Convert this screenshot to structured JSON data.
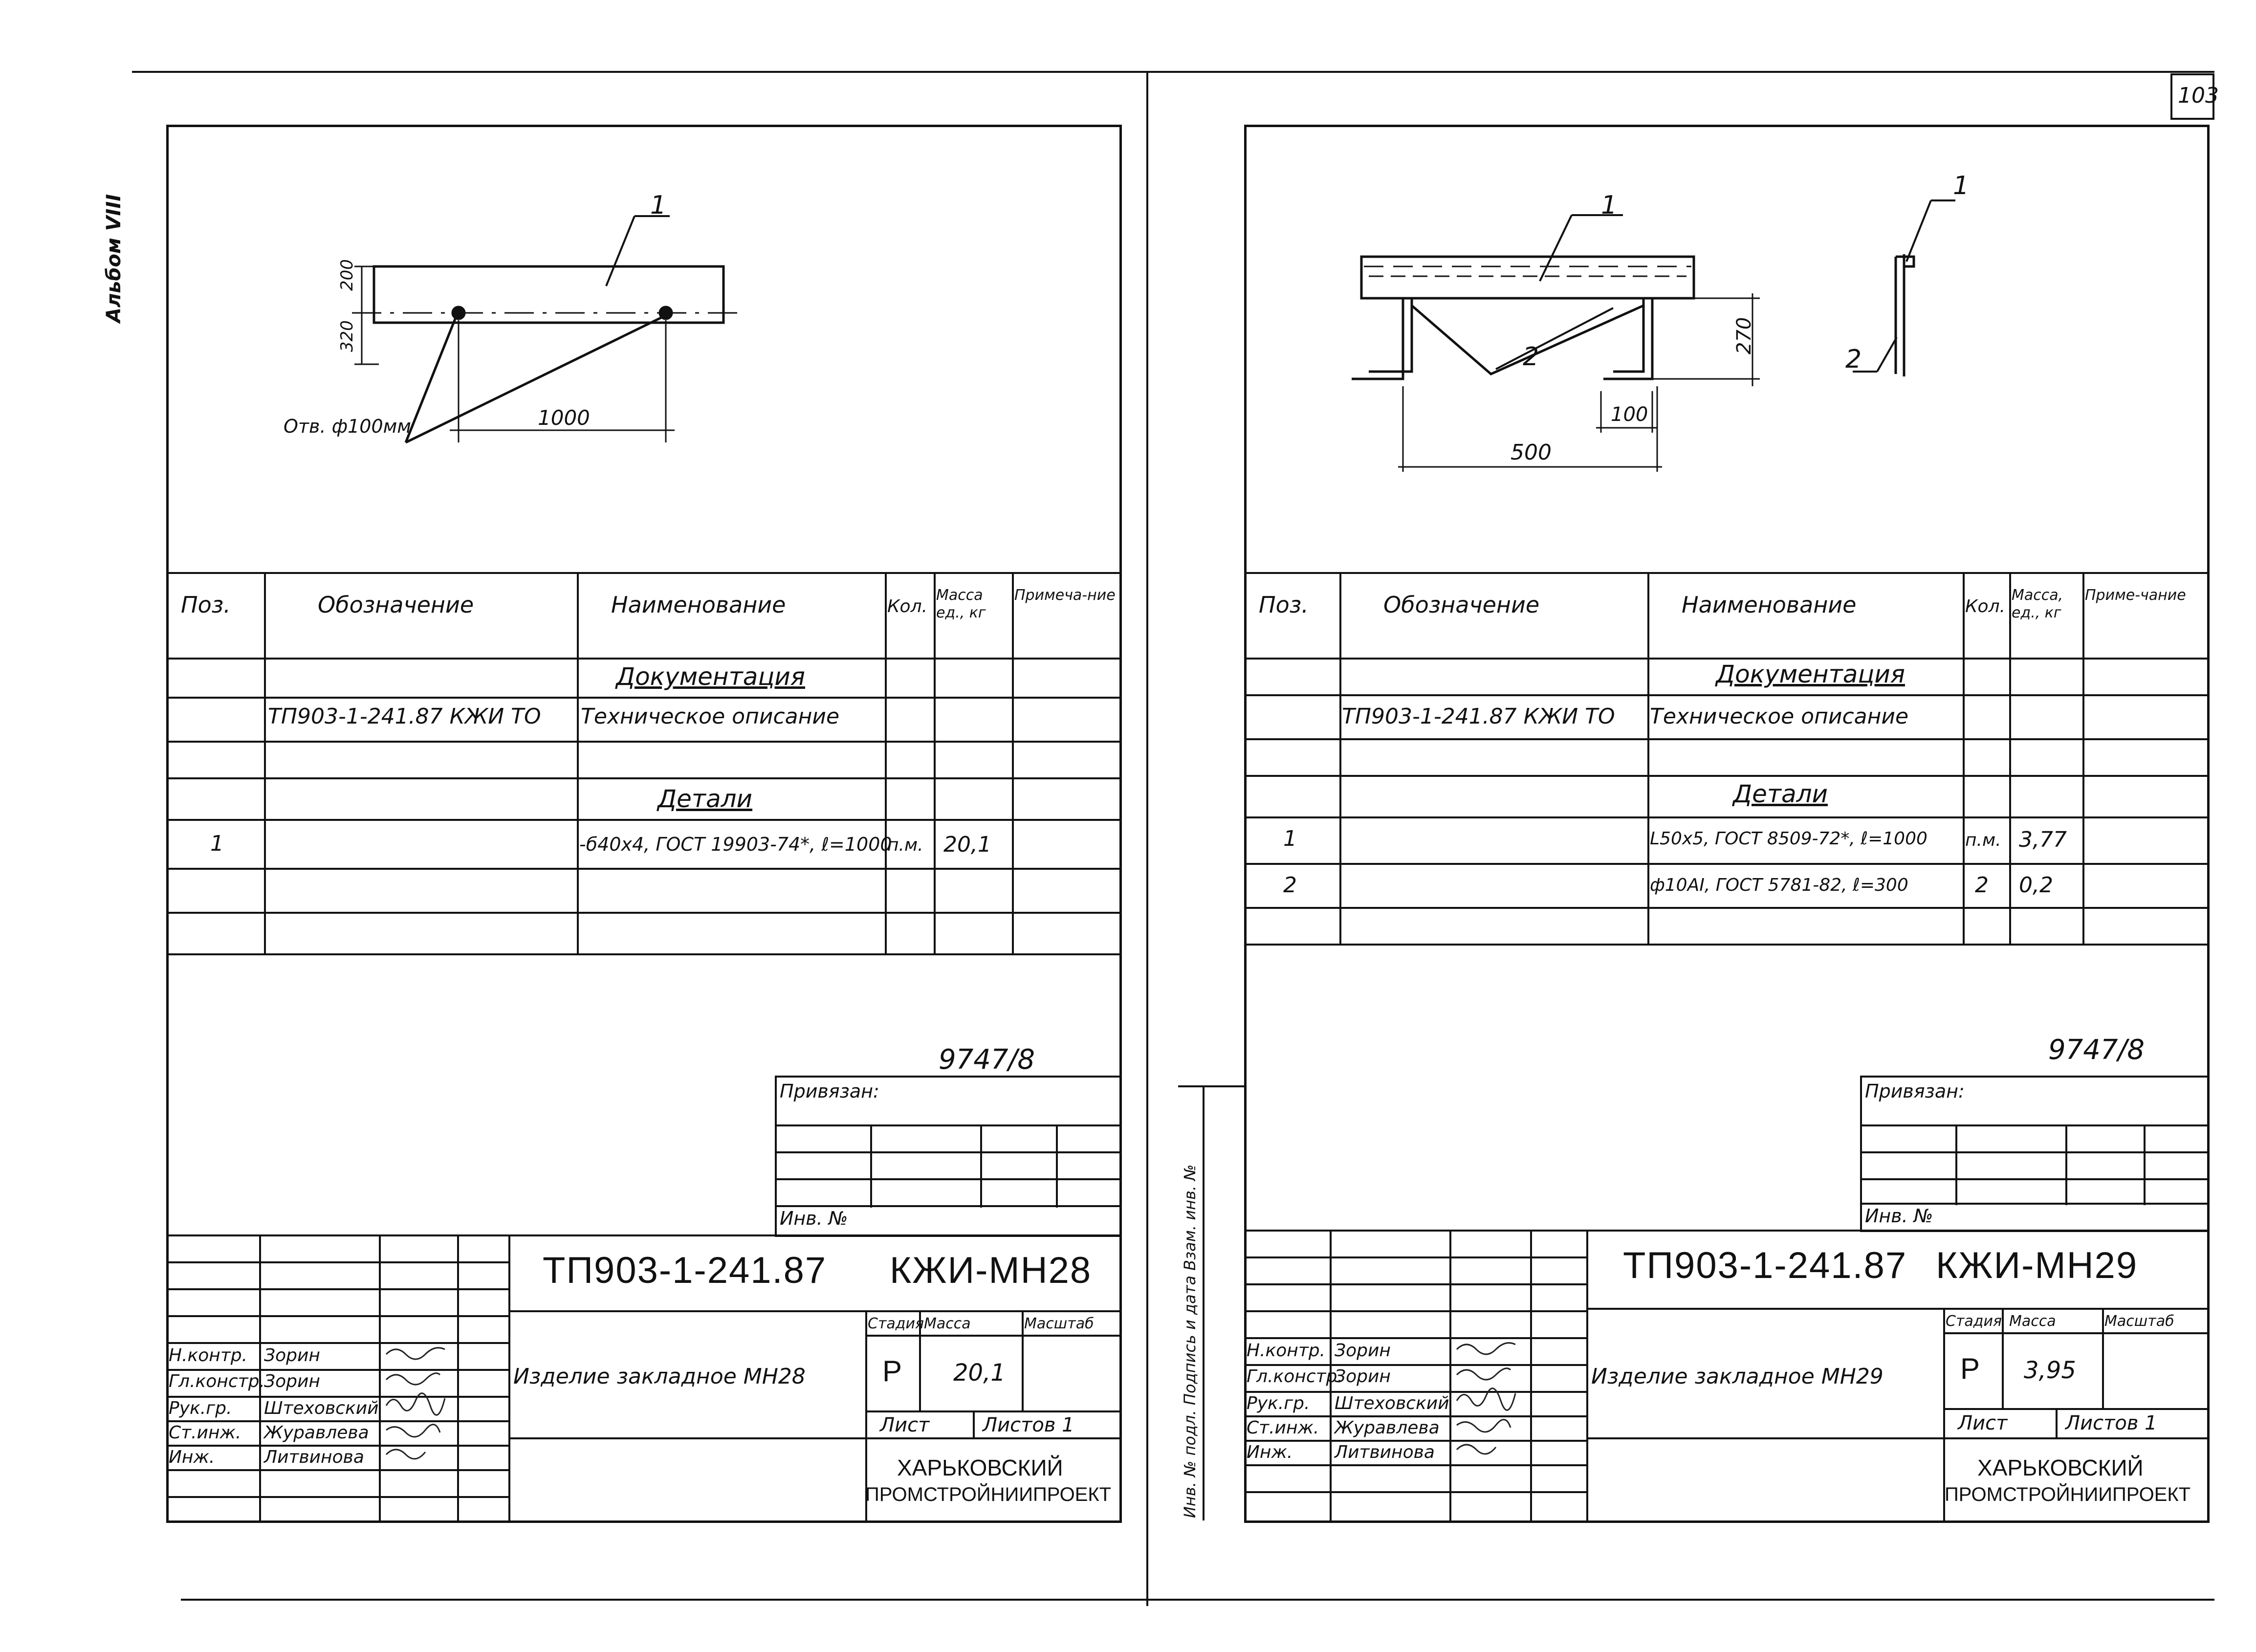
{
  "page_number": "103",
  "left_margin_stamp": "Альбом VIII",
  "sheets": [
    {
      "drawing": {
        "pos1": "1",
        "dim_a": "200",
        "dim_b": "320",
        "dim_length": "1000",
        "hole_note": "Отв. ф100мм"
      },
      "table": {
        "headers": {
          "pos": "Поз.",
          "designation": "Обозначение",
          "name": "Наименование",
          "qty": "Кол.",
          "mass": "Масса ед., кг",
          "note": "Примеча-ние"
        },
        "section_docs": "Документация",
        "doc_designation": "ТП903-1-241.87 КЖИ ТО",
        "doc_name": "Техническое описание",
        "section_details": "Детали",
        "rows": [
          {
            "pos": "1",
            "name": "-б40х4, ГОСТ 19903-74*, ℓ=1000",
            "qty": "п.м.",
            "mass": "20,1"
          }
        ]
      },
      "inventory": "9747/8",
      "privyazan": "Привязан:",
      "inv_no": "Инв. №",
      "title_block": {
        "code": "ТП903-1-241.87",
        "mark": "КЖИ-МН28",
        "item_name": "Изделие закладное МН28",
        "stage_label": "Стадия",
        "mass_label": "Масса",
        "scale_label": "Масштаб",
        "stage": "Р",
        "mass": "20,1",
        "sheet_label": "Лист",
        "sheets_label": "Листов 1",
        "org_line1": "ХАРЬКОВСКИЙ",
        "org_line2": "ПРОМСТРОЙНИИПРОЕКТ",
        "roles": [
          "Н.контр.",
          "Гл.констр.",
          "Рук.гр.",
          "Ст.инж.",
          "Инж."
        ],
        "names": [
          "Зорин",
          "Зорин",
          "Штеховский",
          "Журавлева",
          "Литвинова"
        ]
      }
    },
    {
      "drawing": {
        "pos1": "1",
        "pos2": "2",
        "pos1_side": "1",
        "pos2_side": "2",
        "dim_height": "270",
        "dim_100": "100",
        "dim_500": "500"
      },
      "table": {
        "headers": {
          "pos": "Поз.",
          "designation": "Обозначение",
          "name": "Наименование",
          "qty": "Кол.",
          "mass": "Масса, ед., кг",
          "note": "Приме-чание"
        },
        "section_docs": "Документация",
        "doc_designation": "ТП903-1-241.87 КЖИ ТО",
        "doc_name": "Техническое описание",
        "section_details": "Детали",
        "rows": [
          {
            "pos": "1",
            "name": "L50х5, ГОСТ 8509-72*, ℓ=1000",
            "qty": "п.м.",
            "mass": "3,77"
          },
          {
            "pos": "2",
            "name": "ф10АI, ГОСТ 5781-82, ℓ=300",
            "qty": "2",
            "mass": "0,2"
          }
        ]
      },
      "inventory": "9747/8",
      "privyazan": "Привязан:",
      "inv_no": "Инв. №",
      "side_stamp": "Инв. № подл.  Подпись и дата  Взам. инв. №",
      "title_block": {
        "code": "ТП903-1-241.87",
        "mark": "КЖИ-МН29",
        "item_name": "Изделие закладное МН29",
        "stage_label": "Стадия",
        "mass_label": "Масса",
        "scale_label": "Масштаб",
        "stage": "Р",
        "mass": "3,95",
        "sheet_label": "Лист",
        "sheets_label": "Листов 1",
        "org_line1": "ХАРЬКОВСКИЙ",
        "org_line2": "ПРОМСТРОЙНИИПРОЕКТ",
        "roles": [
          "Н.контр.",
          "Гл.констр.",
          "Рук.гр.",
          "Ст.инж.",
          "Инж."
        ],
        "names": [
          "Зорин",
          "Зорин",
          "Штеховский",
          "Журавлева",
          "Литвинова"
        ]
      }
    }
  ]
}
